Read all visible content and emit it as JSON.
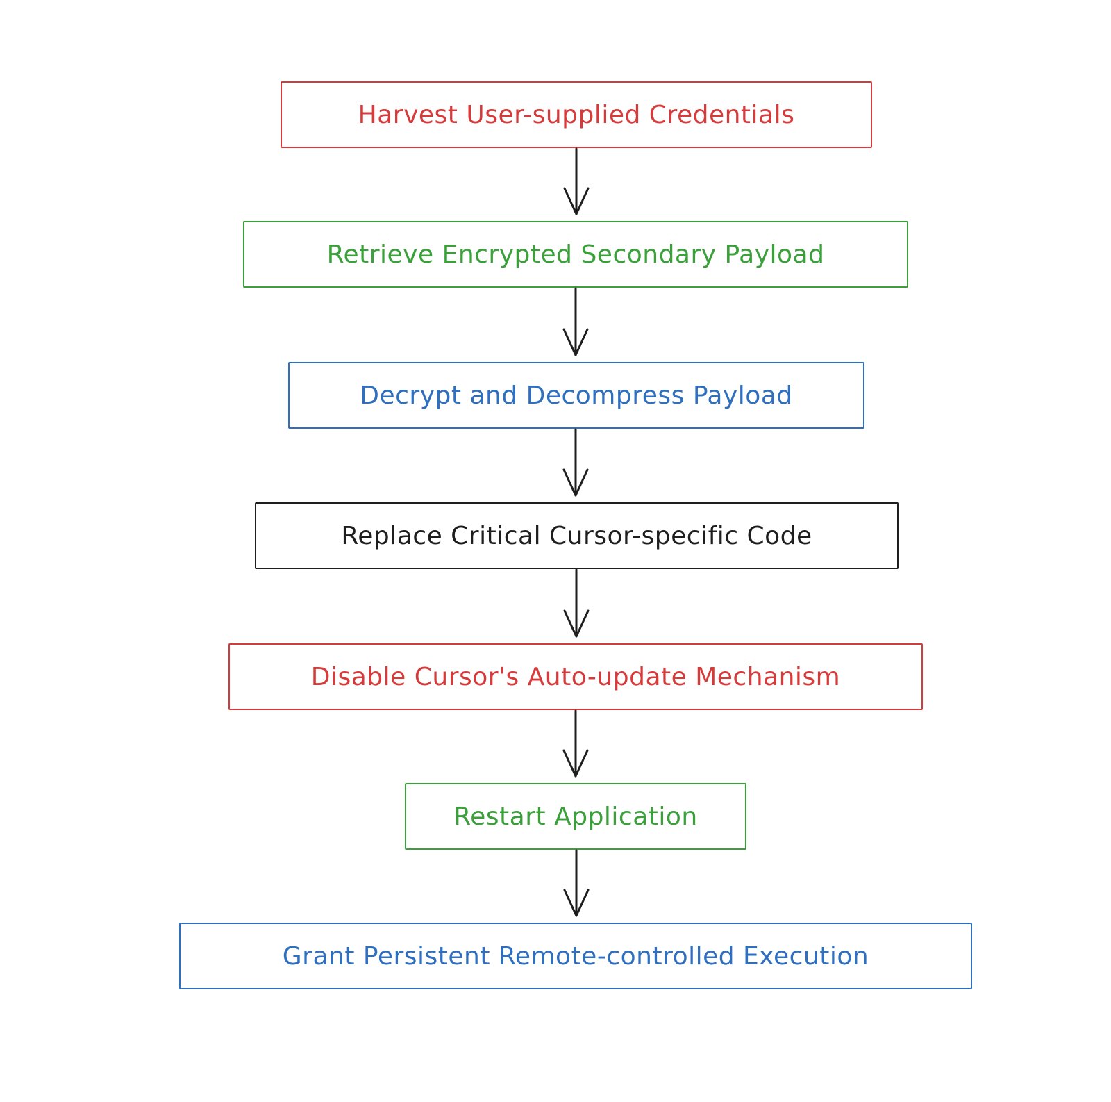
{
  "flow": {
    "steps": [
      {
        "label": "Harvest User-supplied Credentials",
        "color": "#d63b3b"
      },
      {
        "label": "Retrieve Encrypted Secondary Payload",
        "color": "#3aa03a"
      },
      {
        "label": "Decrypt and Decompress Payload",
        "color": "#2f6fc0"
      },
      {
        "label": "Replace Critical Cursor-specific Code",
        "color": "#1e1e1e"
      },
      {
        "label": "Disable Cursor's Auto-update Mechanism",
        "color": "#d63b3b"
      },
      {
        "label": "Restart Application",
        "color": "#3aa03a"
      },
      {
        "label": "Grant Persistent Remote-controlled Execution",
        "color": "#2f6fc0"
      }
    ],
    "arrow_color": "#1e1e1e"
  }
}
